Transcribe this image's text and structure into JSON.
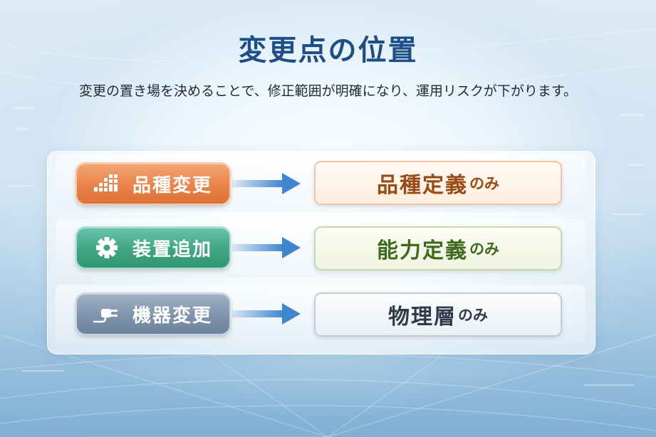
{
  "title": "変更点の位置",
  "subtitle": "変更の置き場を決めることで、修正範囲が明確になり、運用リスクが下がります。",
  "rows": [
    {
      "change": "品種変更",
      "icon": "grid-bars-icon",
      "result_main": "品種定義",
      "result_suffix": "のみ",
      "color": "#e8834a"
    },
    {
      "change": "装置追加",
      "icon": "gear-icon",
      "result_main": "能力定義",
      "result_suffix": "のみ",
      "color": "#3fa585"
    },
    {
      "change": "機器変更",
      "icon": "plug-icon",
      "result_main": "物理層",
      "result_suffix": "のみ",
      "color": "#7e93ac"
    }
  ],
  "colors": {
    "title": "#1d4f86",
    "arrow": "#3f86cf"
  }
}
